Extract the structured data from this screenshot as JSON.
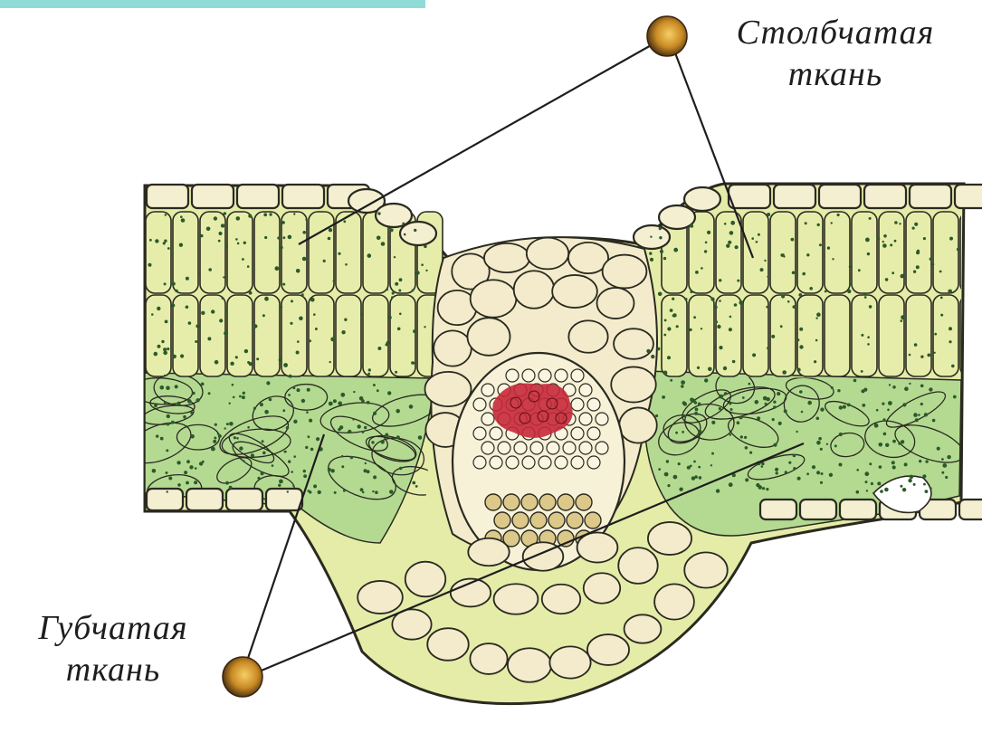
{
  "labels": {
    "palisade": {
      "line1": "Столбчатая",
      "line2": "ткань"
    },
    "spongy": {
      "line1": "Губчатая",
      "line2": "ткань"
    }
  },
  "colors": {
    "outline": "#2a2a20",
    "epidermis": "#f5efd2",
    "palisade": "#e6edaa",
    "spongy": "#b4da92",
    "vein_cells": "#f3ebcb",
    "xylem": "#c62838",
    "phloem": "#dcc98a",
    "marker": "#c9861f",
    "background": "#ffffff",
    "top_strip": "#8fdcd6"
  }
}
